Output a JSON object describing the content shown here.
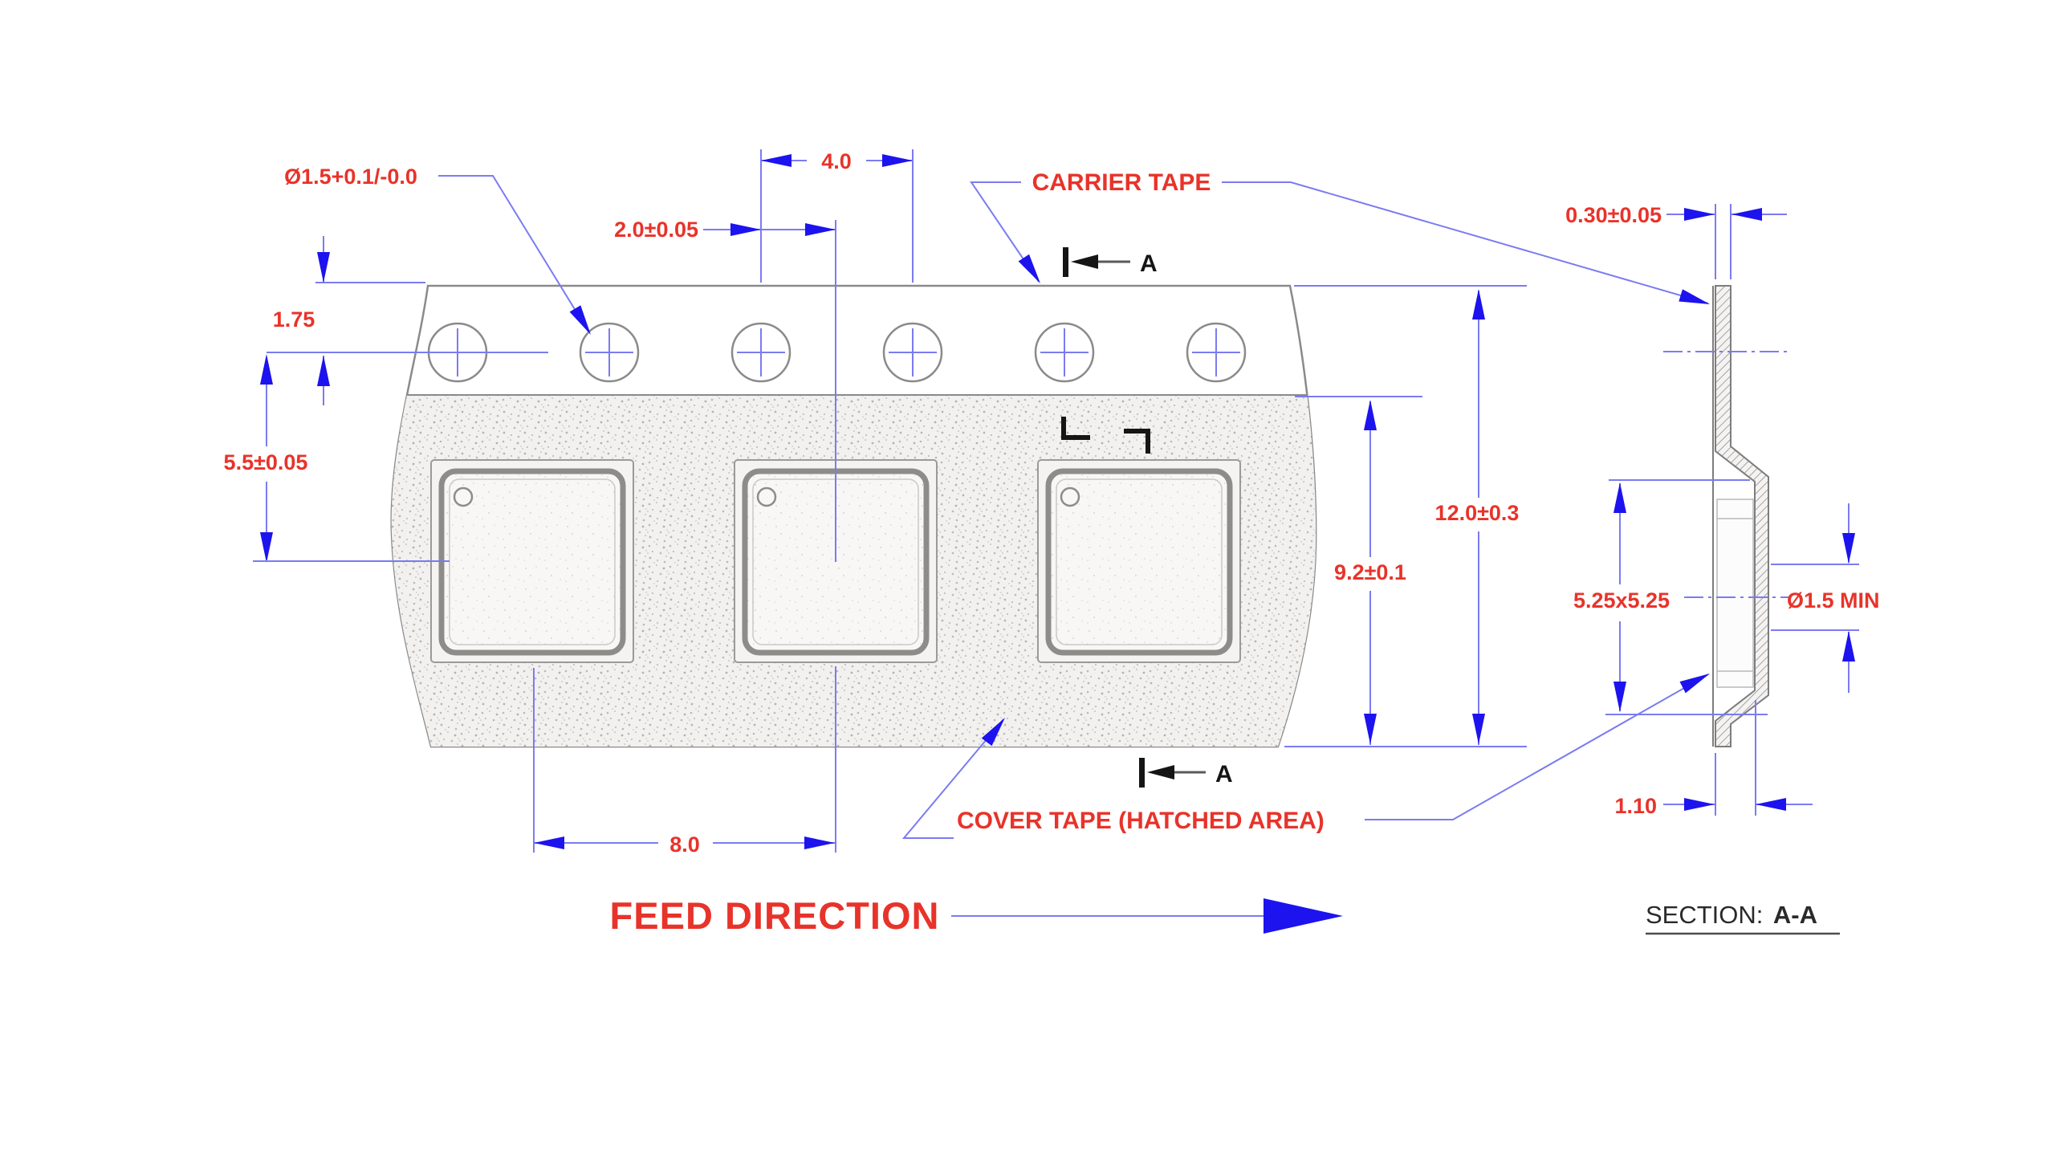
{
  "plan_view": {
    "dim_hole_diameter": "Ø1.5+0.1/-0.0",
    "dim_hole_to_pocket": "2.0±0.05",
    "dim_hole_pitch": "4.0",
    "dim_edge_to_hole": "1.75",
    "dim_hole_to_pocket_center": "5.5±0.05",
    "dim_tape_width": "12.0±0.3",
    "dim_cover_tape_width": "9.2±0.1",
    "dim_pocket_pitch": "8.0",
    "label_carrier_tape": "CARRIER TAPE",
    "label_cover_tape": "COVER TAPE (HATCHED AREA)",
    "label_feed_direction": "FEED DIRECTION",
    "section_marker": "A"
  },
  "section_view": {
    "dim_tape_thickness": "0.30±0.05",
    "dim_pocket_size": "5.25x5.25",
    "dim_pocket_hole": "Ø1.5 MIN",
    "dim_pocket_depth": "1.10",
    "label_prefix": "SECTION:",
    "label_name": "A-A"
  },
  "colors": {
    "dimension_text": "#e8332a",
    "dimension_line": "#7b7bf2",
    "arrow": "#1c13ee",
    "drawing_gray": "#8a8a8a",
    "black": "#151515"
  }
}
